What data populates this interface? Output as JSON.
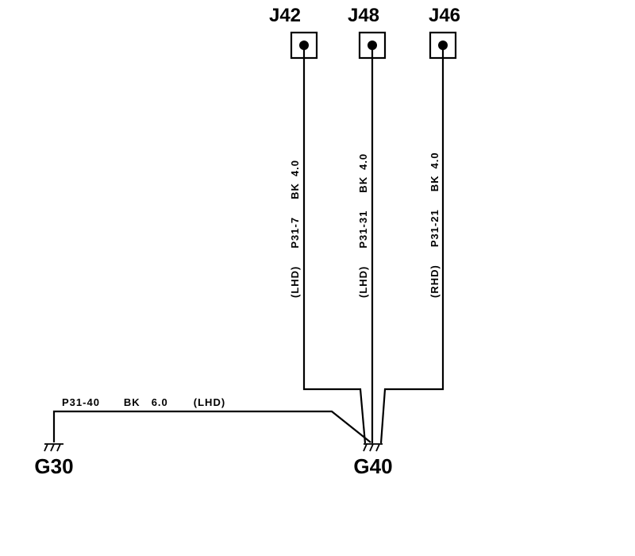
{
  "connectors": [
    {
      "id": "J42"
    },
    {
      "id": "J48"
    },
    {
      "id": "J46"
    }
  ],
  "wires": [
    {
      "pin": "P31-7",
      "color": "BK",
      "gauge": "4.0",
      "variant": "(LHD)"
    },
    {
      "pin": "P31-31",
      "color": "BK",
      "gauge": "4.0",
      "variant": "(LHD)"
    },
    {
      "pin": "P31-21",
      "color": "BK",
      "gauge": "4.0",
      "variant": "(RHD)"
    }
  ],
  "ground_wire": {
    "pin": "P31-40",
    "color": "BK",
    "gauge": "6.0",
    "variant": "(LHD)"
  },
  "grounds": [
    {
      "id": "G30"
    },
    {
      "id": "G40"
    }
  ]
}
